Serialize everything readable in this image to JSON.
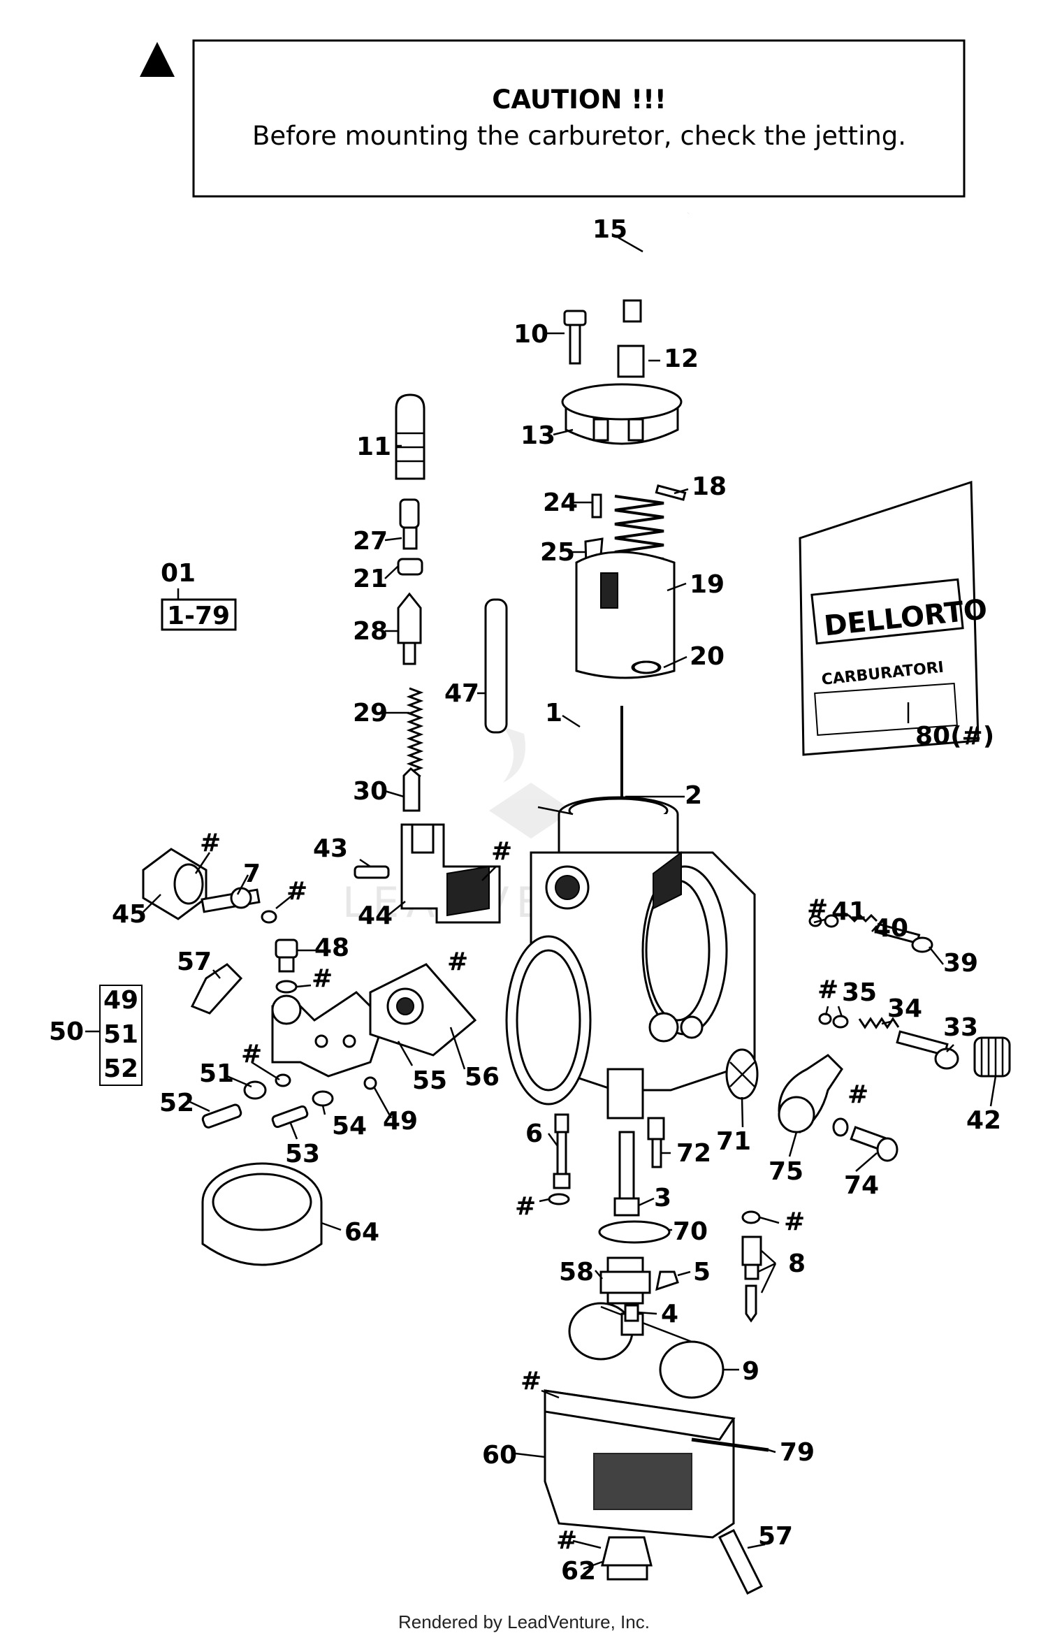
{
  "caution": {
    "title": "CAUTION !!!",
    "text": "Before mounting the carburetor, check the jetting."
  },
  "assembly": {
    "ref": "01",
    "range": "1-79"
  },
  "kit": {
    "ref": "50",
    "items": [
      "49",
      "51",
      "52"
    ]
  },
  "decal": {
    "brand": "DELLORTO",
    "subtitle": "CARBURATORI",
    "label": "80(#)"
  },
  "watermark": "LEADVENTURE",
  "footer": "Rendered by LeadVenture, Inc.",
  "labels": {
    "l15": "15",
    "l10": "10",
    "l12": "12",
    "l13": "13",
    "l11": "11",
    "l24": "24",
    "l18": "18",
    "l27": "27",
    "l25": "25",
    "l21": "21",
    "l19": "19",
    "l28": "28",
    "l20": "20",
    "l47": "47",
    "l1": "1",
    "l29": "29",
    "l30": "30",
    "l2": "2",
    "l43": "43",
    "l44": "44",
    "l7": "7",
    "l45": "45",
    "l41": "41",
    "l40": "40",
    "l39": "39",
    "l57a": "57",
    "l48": "48",
    "l35": "35",
    "l34": "34",
    "l33": "33",
    "l42": "42",
    "l51": "51",
    "l55": "55",
    "l56": "56",
    "l52": "52",
    "l54": "54",
    "l49": "49",
    "l53": "53",
    "l6": "6",
    "l72": "72",
    "l71": "71",
    "l75": "75",
    "l74": "74",
    "l3": "3",
    "l70": "70",
    "l64": "64",
    "l58": "58",
    "l5": "5",
    "l8": "8",
    "l4": "4",
    "l9": "9",
    "l60": "60",
    "l79": "79",
    "l57b": "57",
    "l62": "62"
  },
  "hash": "#"
}
